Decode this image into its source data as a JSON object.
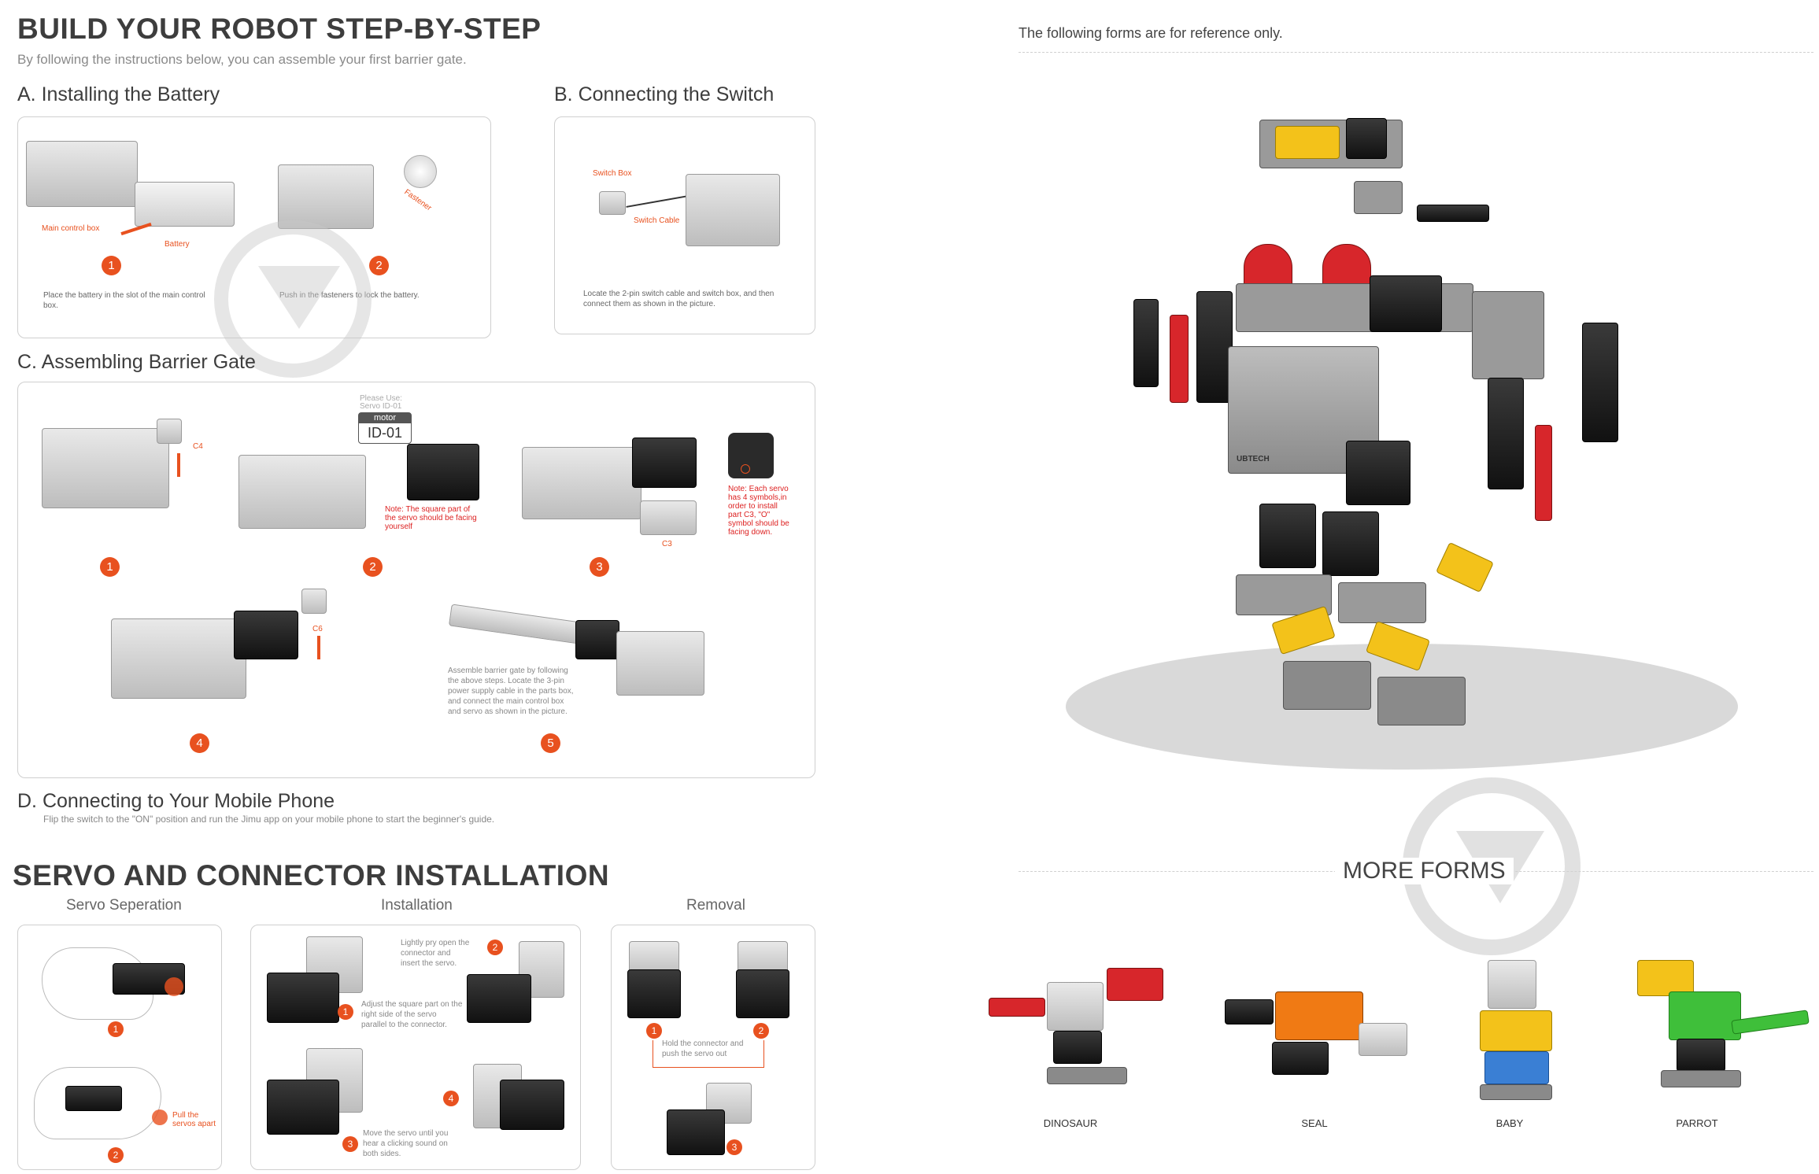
{
  "header": {
    "title": "BUILD YOUR ROBOT STEP-BY-STEP",
    "subtitle": "By following the instructions below, you can assemble your first barrier gate."
  },
  "section_a": {
    "title": "A. Installing the Battery",
    "label_main_box": "Main control box",
    "label_battery": "Battery",
    "label_fastener": "Fastener",
    "step1_num": "1",
    "step2_num": "2",
    "step1_text": "Place the battery in the slot of the main control box.",
    "step2_text": "Push in the fasteners to lock the battery."
  },
  "section_b": {
    "title": "B. Connecting the Switch",
    "label_switch_box": "Switch Box",
    "label_switch_cable": "Switch Cable",
    "text": "Locate the 2-pin switch cable and switch box, and then connect them as shown in the picture."
  },
  "section_c": {
    "title": "C. Assembling Barrier Gate",
    "please_use": "Please Use:",
    "servo_id_small": "Servo ID-01",
    "motor_label": "motor",
    "motor_id": "ID-01",
    "label_c4": "C4",
    "label_c3": "C3",
    "label_c6": "C6",
    "note2": "Note: The square part of the servo should be facing yourself",
    "note3": "Note: Each servo has 4 symbols,in order to install part C3, \"O\" symbol should be facing down.",
    "step5_text": "Assemble barrier gate by following the above steps. Locate the 3-pin power supply cable in the parts box, and connect the main control box and servo as shown in the picture.",
    "nums": [
      "1",
      "2",
      "3",
      "4",
      "5"
    ]
  },
  "section_d": {
    "title": "D. Connecting to Your Mobile Phone",
    "text": "Flip the switch to the \"ON\" position and run the Jimu app on your mobile phone to start the beginner's guide."
  },
  "servo": {
    "title": "SERVO AND CONNECTOR INSTALLATION",
    "col1": "Servo Seperation",
    "col2": "Installation",
    "col3": "Removal",
    "pull_text": "Pull the servos apart",
    "pry_text": "Lightly pry open the connector and insert the servo.",
    "adjust_text": "Adjust the square part on the right side of the servo parallel to the connector.",
    "move_text": "Move the servo until you hear a clicking sound on both sides.",
    "hold_text": "Hold the connector and push the servo out",
    "nums": [
      "1",
      "2",
      "3",
      "4"
    ]
  },
  "right": {
    "reference": "The following forms are for reference only.",
    "more_forms": "MORE FORMS",
    "robot_brand": "UBTECH",
    "forms": [
      "DINOSAUR",
      "SEAL",
      "BABY",
      "PARROT"
    ]
  },
  "colors": {
    "accent": "#e8511f",
    "border": "#cfcfcf",
    "text": "#3d3d3d"
  }
}
